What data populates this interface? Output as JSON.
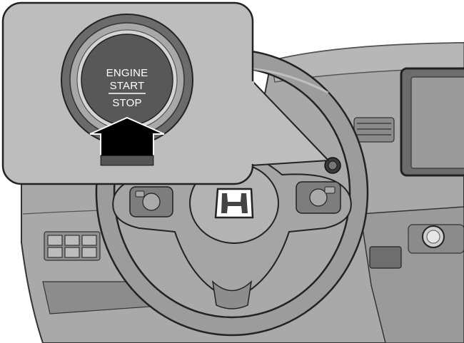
{
  "engine_button": {
    "line1": "ENGINE",
    "line2": "START",
    "line3": "STOP"
  },
  "icons": {
    "brand_logo": "honda-h-logo",
    "press_indicator": "arrow-up-icon"
  },
  "colors": {
    "dashboard": "#a7a7a7",
    "dashboard_dark": "#7c7c7c",
    "steering_wheel": "#969696",
    "callout_bg": "#bdbdbd",
    "button_face": "#585858",
    "button_ring": "#a9a9a9",
    "arrow": "#000000",
    "outline": "#222222"
  }
}
